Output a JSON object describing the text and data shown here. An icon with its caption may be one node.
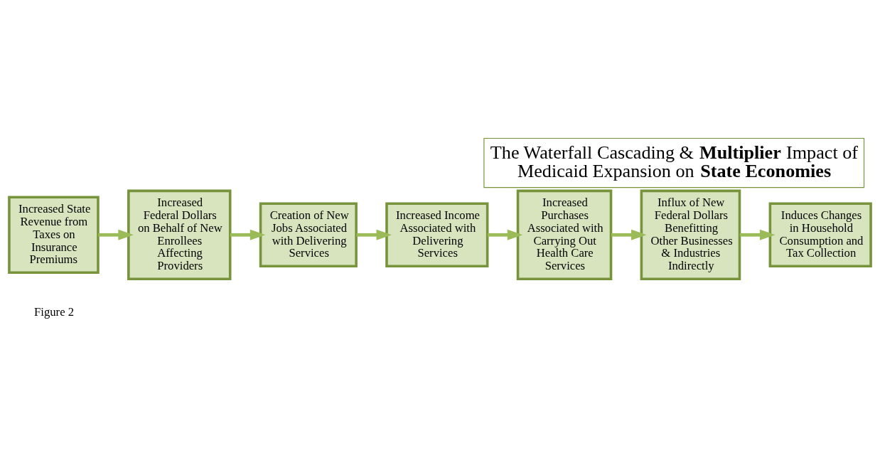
{
  "diagram": {
    "title": "The Waterfall Cascading & **Multiplier** Impact of Medicaid Expansion on **State Economies**",
    "nodes": [
      {
        "text": [
          "Increased State Revenue from Taxes on Insurance Premiums"
        ]
      },
      {
        "text": [
          "Increased Federal Dollars on Behalf of New Enrollees Affecting Providers"
        ]
      },
      {
        "text": [
          "Creation of New Jobs Associated with Delivering Services"
        ]
      },
      {
        "text": [
          "Increased Income Associated with Delivering Services"
        ]
      },
      {
        "text": [
          "Increased Purchases Associated with Carrying Out Health Care Services"
        ]
      },
      {
        "text": [
          "Influx of New Federal Dollars Benefitting Other Businesses & Industries Indirectly"
        ]
      },
      {
        "text": [
          "Induces Changes in Household Consumption and Tax Collection"
        ]
      }
    ],
    "edges": [
      {
        "from": 0,
        "to": 1,
        "arrow": "to"
      },
      {
        "from": 1,
        "to": 2,
        "arrow": "to"
      },
      {
        "from": 2,
        "to": 3,
        "arrow": "to"
      },
      {
        "from": 3,
        "to": 4,
        "arrow": "to"
      },
      {
        "from": 4,
        "to": 5,
        "arrow": "to"
      },
      {
        "from": 5,
        "to": 6,
        "arrow": "to"
      }
    ],
    "labels": [
      "Figure 2"
    ]
  }
}
